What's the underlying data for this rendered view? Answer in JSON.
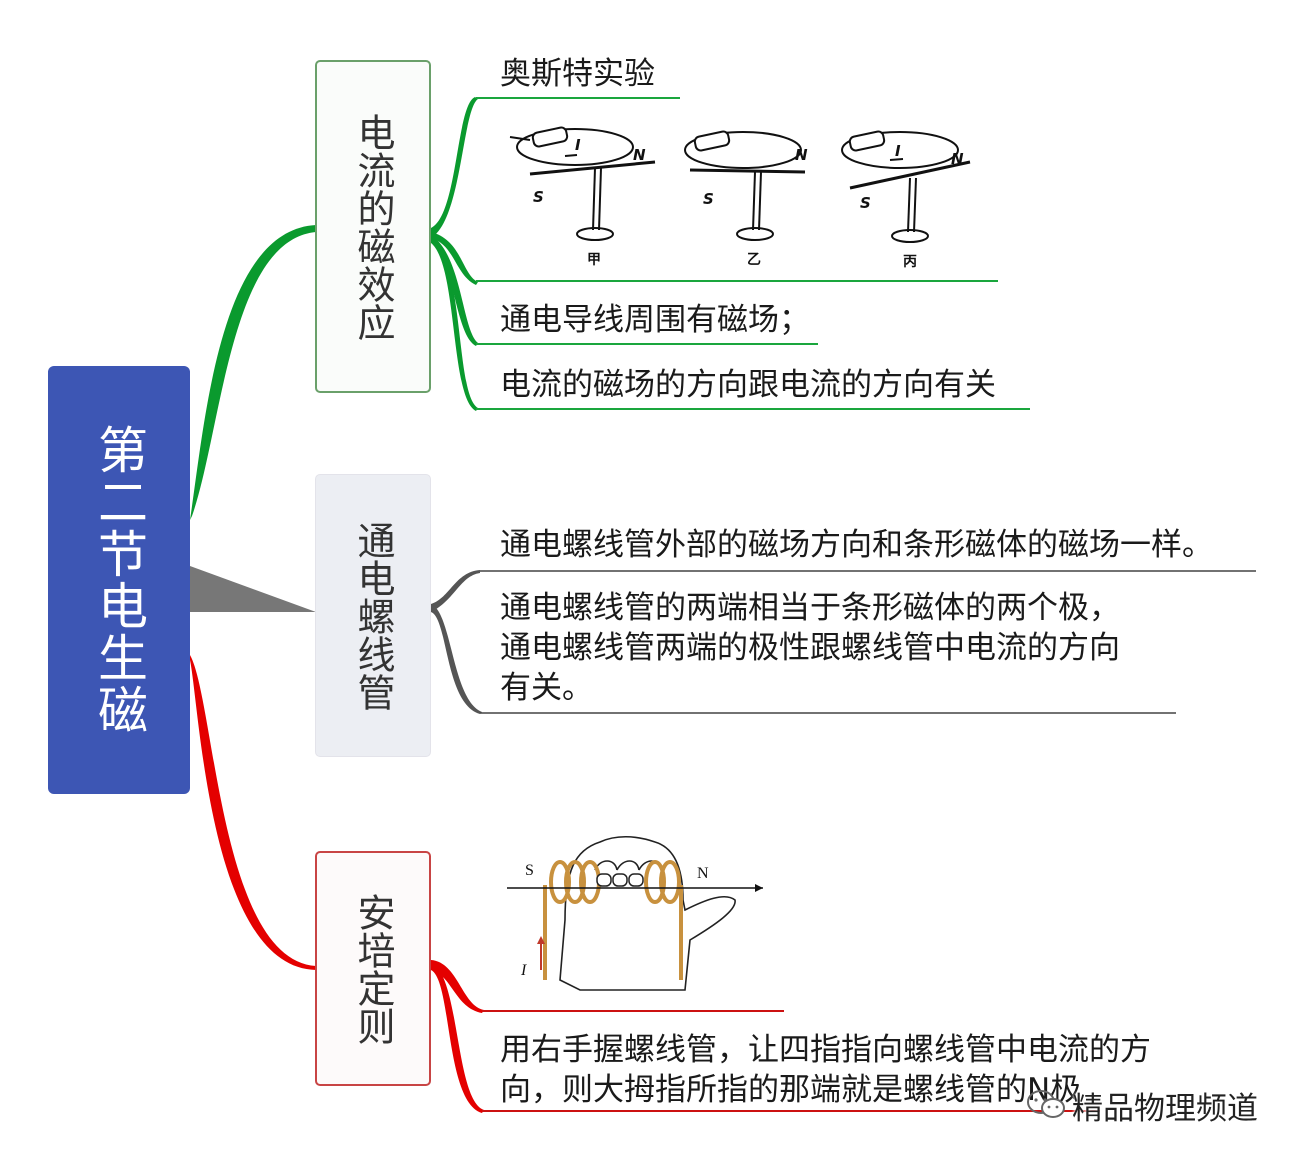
{
  "root": {
    "label": "第二节电生磁"
  },
  "topics": [
    {
      "label": "电流的磁效应",
      "color": "#0a9a2e"
    },
    {
      "label": "通电螺线管",
      "color": "#808080"
    },
    {
      "label": "安培定则",
      "color": "#e40000"
    }
  ],
  "branch1": {
    "experiment_title": "奥斯特实验",
    "figure_labels": {
      "a": {
        "s": "S",
        "n": "N",
        "i": "I",
        "caption": "甲"
      },
      "b": {
        "s": "S",
        "n": "N",
        "caption": "乙"
      },
      "c": {
        "s": "S",
        "n": "N",
        "i": "I",
        "caption": "丙"
      }
    },
    "point1": "通电导线周围有磁场；",
    "point2": "电流的磁场的方向跟电流的方向有关"
  },
  "branch2": {
    "point1": "通电螺线管外部的磁场方向和条形磁体的磁场一样。",
    "point2_lines": [
      "通电螺线管的两端相当于条形磁体的两个极，",
      "通电螺线管两端的极性跟螺线管中电流的方向",
      "有关。"
    ]
  },
  "branch3": {
    "figure_labels": {
      "s": "S",
      "n": "N",
      "i": "I"
    },
    "rule_lines": [
      "用右手握螺线管，让四指指向螺线管中电流的方",
      "向，则大拇指所指的那端就是螺线管的N极"
    ]
  },
  "watermark": {
    "text": "精品物理频道",
    "icon": "wechat-icon"
  }
}
